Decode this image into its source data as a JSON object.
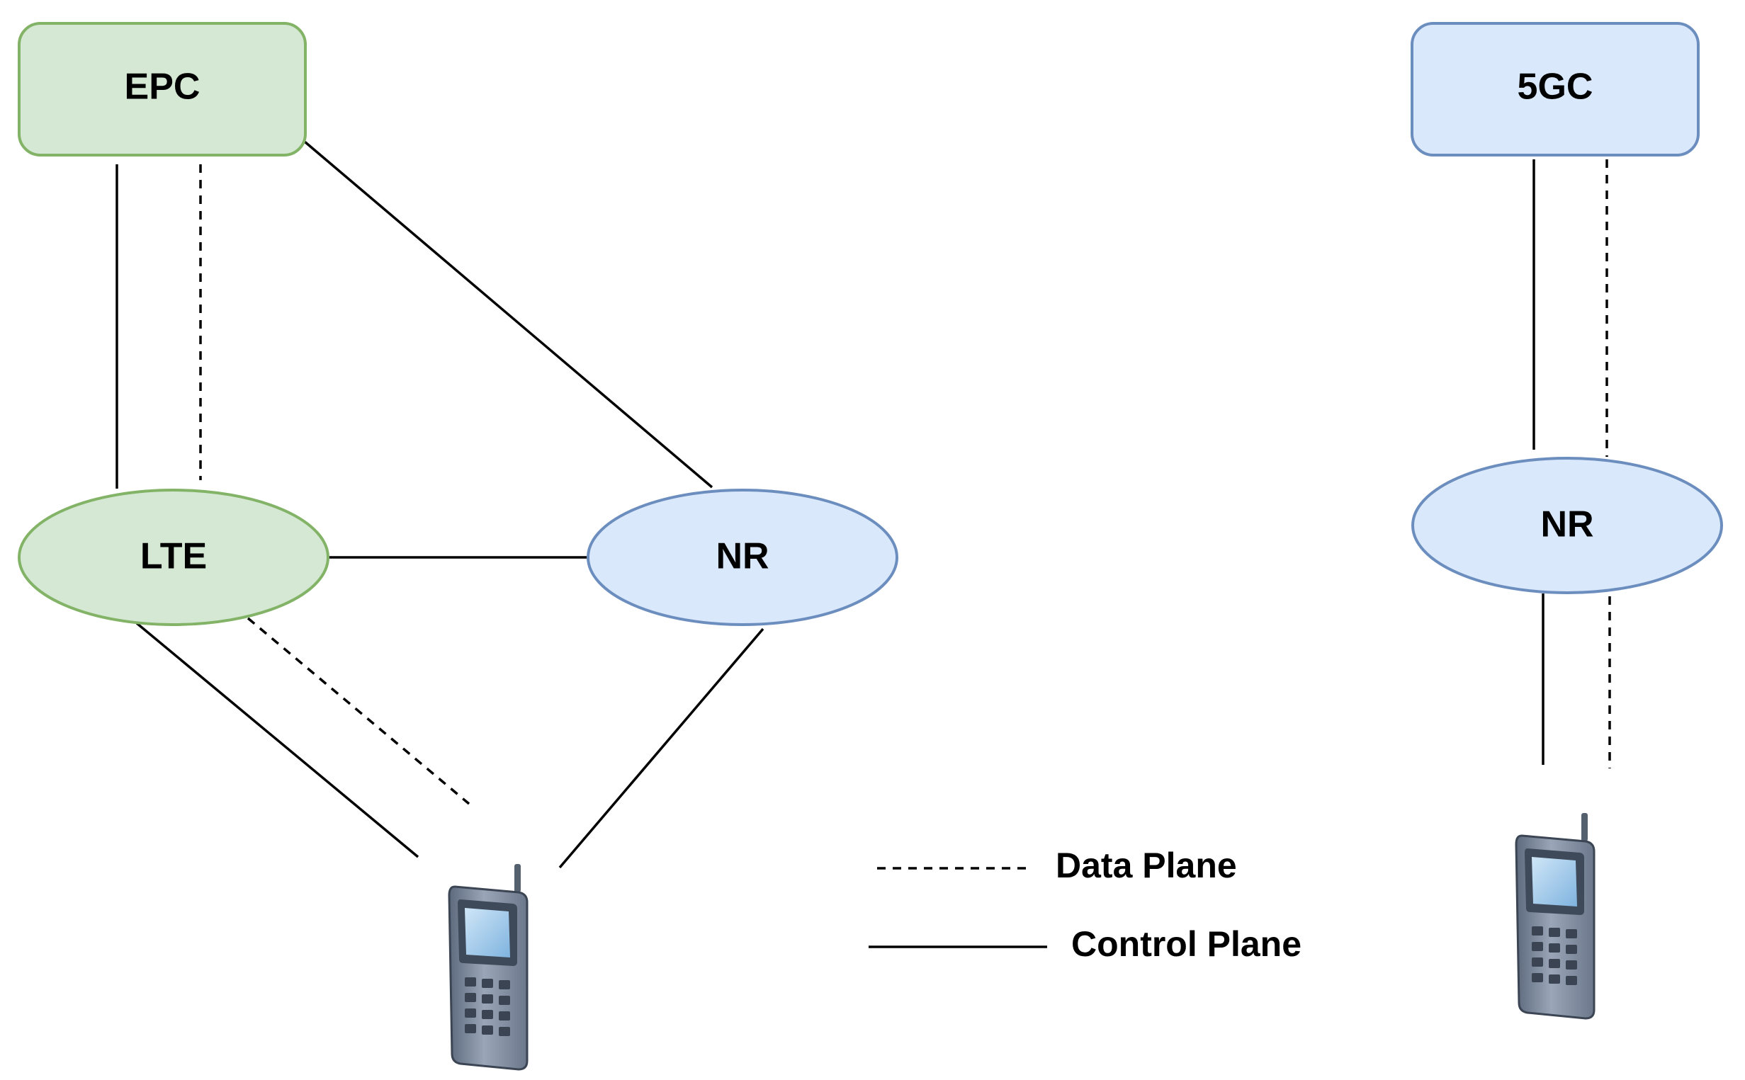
{
  "nodes": {
    "epc": {
      "label": "EPC",
      "fill": "#d5e8d4",
      "stroke": "#82b366"
    },
    "lte": {
      "label": "LTE",
      "fill": "#d5e8d4",
      "stroke": "#82b366"
    },
    "nr_nsa": {
      "label": "NR",
      "fill": "#dae8fc",
      "stroke": "#6c8ebf"
    },
    "fivegc": {
      "label": "5GC",
      "fill": "#dae8fc",
      "stroke": "#6c8ebf"
    },
    "nr_sa": {
      "label": "NR",
      "fill": "#dae8fc",
      "stroke": "#6c8ebf"
    }
  },
  "devices": [
    {
      "name": "ue-phone-nsa",
      "icon": "mobile-phone-icon"
    },
    {
      "name": "ue-phone-sa",
      "icon": "mobile-phone-icon"
    }
  ],
  "legend": {
    "data_plane": "Data Plane",
    "control_plane": "Control Plane"
  }
}
